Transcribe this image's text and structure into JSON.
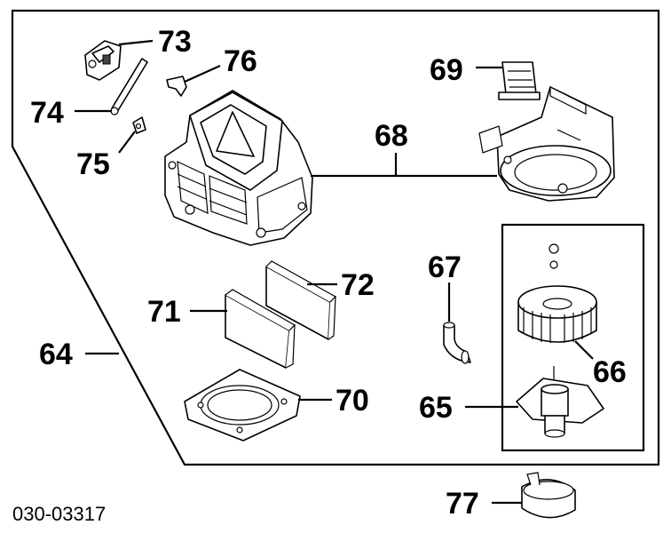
{
  "diagram": {
    "callouts": {
      "c64": "64",
      "c65": "65",
      "c66": "66",
      "c67": "67",
      "c68": "68",
      "c69": "69",
      "c70": "70",
      "c71": "71",
      "c72": "72",
      "c73": "73",
      "c74": "74",
      "c75": "75",
      "c76": "76",
      "c77": "77"
    },
    "figure_code": "030-03317"
  }
}
